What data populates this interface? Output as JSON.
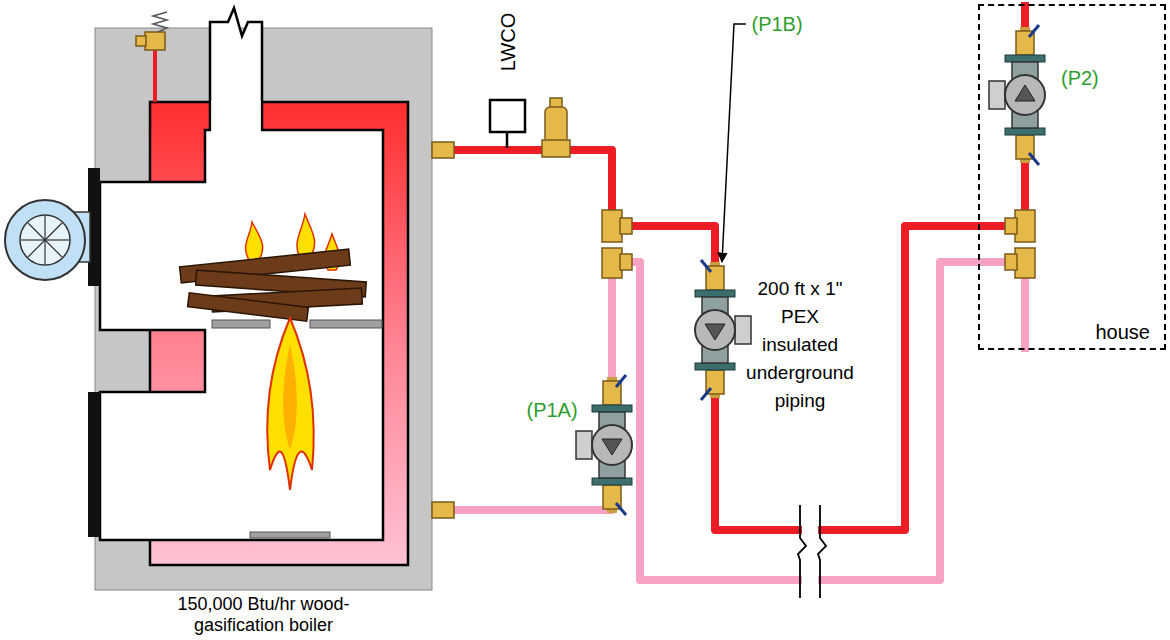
{
  "diagram": {
    "nodes": [
      {
        "text": [
          "150,000 Btu/hr wood-gasification boiler"
        ]
      },
      {
        "text": [
          "house"
        ]
      }
    ],
    "edges": [
      {
        "from": 0,
        "to": 1,
        "arrow": "none"
      },
      {
        "from": 1,
        "to": 0,
        "arrow": "none"
      }
    ],
    "labels": [
      "LWCO",
      "(P1B)",
      "200 ft x 1\" PEX insulated underground piping",
      "(P1A)",
      "(P2)"
    ]
  }
}
